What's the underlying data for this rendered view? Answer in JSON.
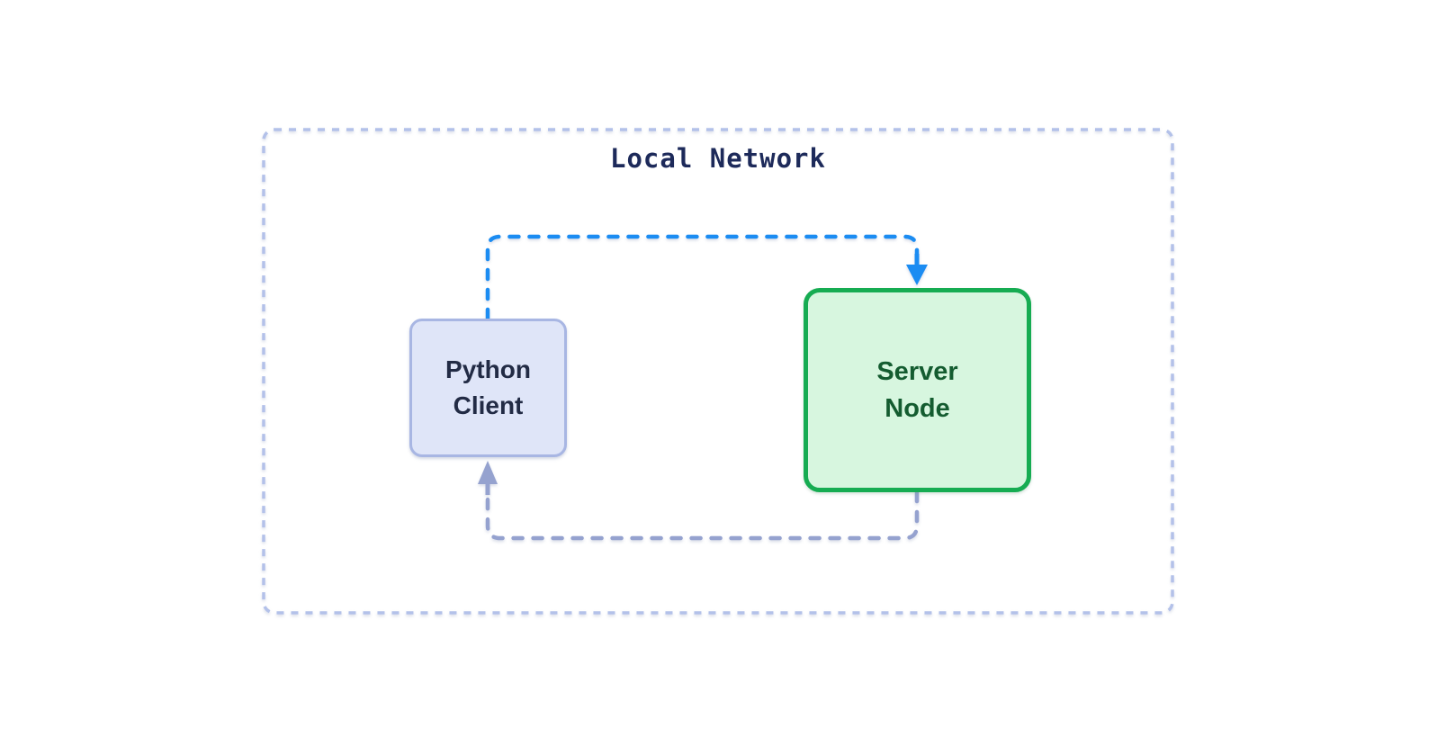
{
  "diagram": {
    "type": "network-architecture",
    "background": "#ffffff",
    "boundary": {
      "title": "Local Network",
      "title_color": "#1d2a5a",
      "border_style": "dashed",
      "border_color": "#b3c1e9"
    },
    "nodes": [
      {
        "id": "python-client",
        "label": "Python\nClient",
        "fill": "#dfe5f8",
        "border_color": "#a8b6e3",
        "text_color": "#222b45"
      },
      {
        "id": "server-node",
        "label": "Server\nNode",
        "fill": "#d7f6df",
        "border_color": "#16ac52",
        "text_color": "#145c30"
      }
    ],
    "edges": [
      {
        "id": "client-to-server",
        "from": "python-client",
        "to": "server-node",
        "style": "dashed",
        "color": "#1b8cf2",
        "route": "top",
        "arrow": "down-into-server-node"
      },
      {
        "id": "server-to-client",
        "from": "server-node",
        "to": "python-client",
        "style": "dashed",
        "color": "#95a2cf",
        "route": "bottom",
        "arrow": "up-into-python-client"
      }
    ]
  }
}
